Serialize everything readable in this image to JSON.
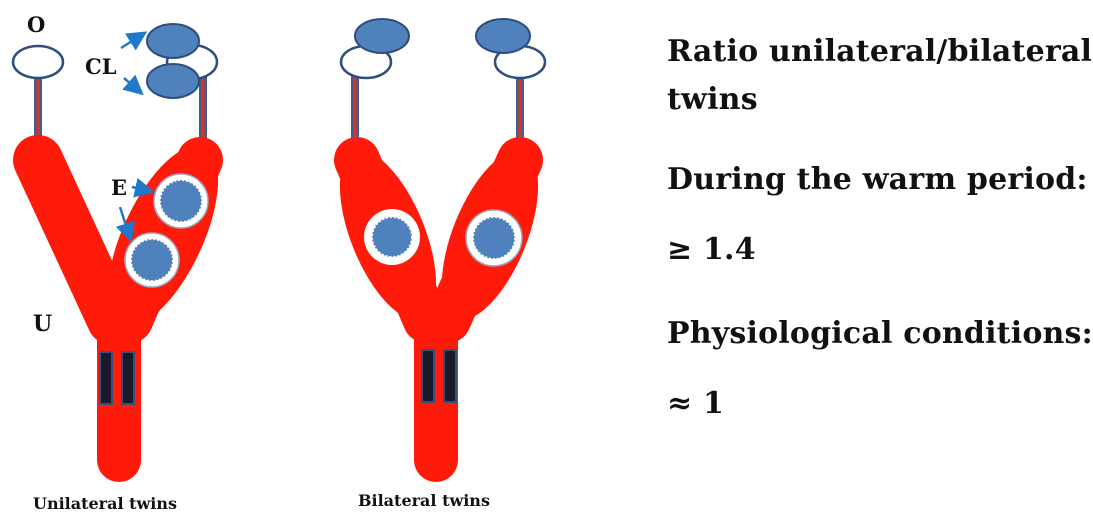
{
  "colors": {
    "uterus": "#ff1a0a",
    "uterus_stroke": "#e00e00",
    "ovary_blue": "#4f81bd",
    "ovary_stroke": "#2e4f7c",
    "arrow": "#1f78c8",
    "cervix_dark": "#1a1a2a",
    "cervix_stroke": "#38507a"
  },
  "labels": {
    "ovary": "O",
    "corpus_luteum": "CL",
    "embryo": "E",
    "uterus": "U"
  },
  "captions": {
    "left": "Unilateral twins",
    "right": "Bilateral twins"
  },
  "text_panel": {
    "heading_line1": "Ratio unilateral/bilateral",
    "heading_line2": "twins",
    "warm_label": "During the warm period:",
    "warm_value": "≥ 1.4",
    "physio_label": "Physiological conditions:",
    "physio_value": "≈ 1"
  }
}
